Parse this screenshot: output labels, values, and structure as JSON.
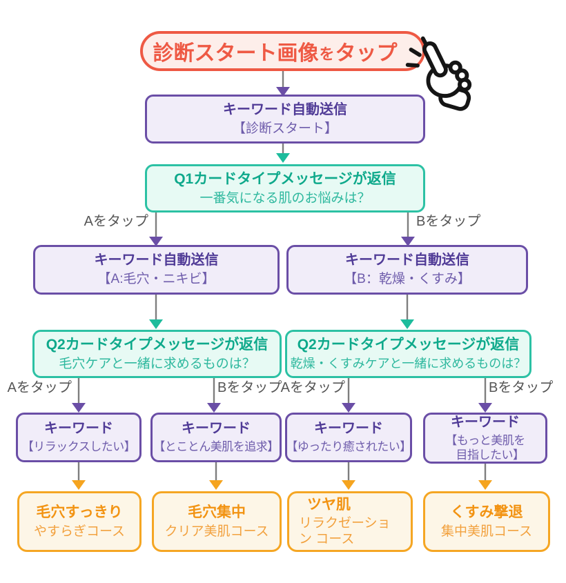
{
  "title_pill": {
    "text_before": "診断スタート画像",
    "particle": "を",
    "text_after": "タップ"
  },
  "branch_labels": {
    "a": "Aをタップ",
    "b": "Bをタップ"
  },
  "nodes": {
    "kw_start": {
      "title": "キーワード自動送信",
      "subtitle": "【診断スタート】"
    },
    "q1": {
      "title": "Q1カードタイプメッセージが返信",
      "subtitle": "一番気になる肌のお悩みは？"
    },
    "kw_a": {
      "title": "キーワード自動送信",
      "subtitle": "【A:毛穴・ニキビ】"
    },
    "kw_b": {
      "title": "キーワード自動送信",
      "subtitle": "【B：乾燥・くすみ】"
    },
    "q2_a": {
      "title": "Q2カードタイプメッセージが返信",
      "subtitle": "毛穴ケアと一緒に求めるものは？"
    },
    "q2_b": {
      "title": "Q2カードタイプメッセージが返信",
      "subtitle": "乾燥・くすみケアと一緒に求めるものは？"
    },
    "kw_relax": {
      "title": "キーワード",
      "subtitle": "【リラックスしたい】"
    },
    "kw_bihada": {
      "title": "キーワード",
      "subtitle": "【とことん美肌を追求】"
    },
    "kw_iyashi": {
      "title": "キーワード",
      "subtitle": "【ゆったり癒されたい】"
    },
    "kw_motto": {
      "title": "キーワード",
      "subtitle_line1": "【もっと美肌を",
      "subtitle_line2": "目指したい】"
    },
    "course_pore_sukkiri": {
      "title": "毛穴すっきり",
      "subtitle": "やすらぎコース"
    },
    "course_pore_shuchu": {
      "title": "毛穴集中",
      "subtitle": "クリア美肌コース"
    },
    "course_tsuyahada": {
      "title": "ツヤ肌",
      "subtitle": "リラクゼーション コース"
    },
    "course_kusumi": {
      "title": "くすみ撃退",
      "subtitle": "集中美肌コース"
    }
  },
  "icons": {
    "tap_hand": "tap-hand-icon"
  },
  "colors": {
    "red": "#ee5944",
    "red_bg": "#fdeeea",
    "purple": "#6a4ea6",
    "purple_text": "#4f3a96",
    "purple_bg": "#f1edf9",
    "teal": "#2cc1a4",
    "teal_text": "#0ea98b",
    "teal_bg": "#e7faf4",
    "orange": "#f5a623",
    "orange_text": "#f29312",
    "orange_bg": "#fdf6e7",
    "wire_gray": "#7e7e7e",
    "label_gray": "#565656"
  }
}
